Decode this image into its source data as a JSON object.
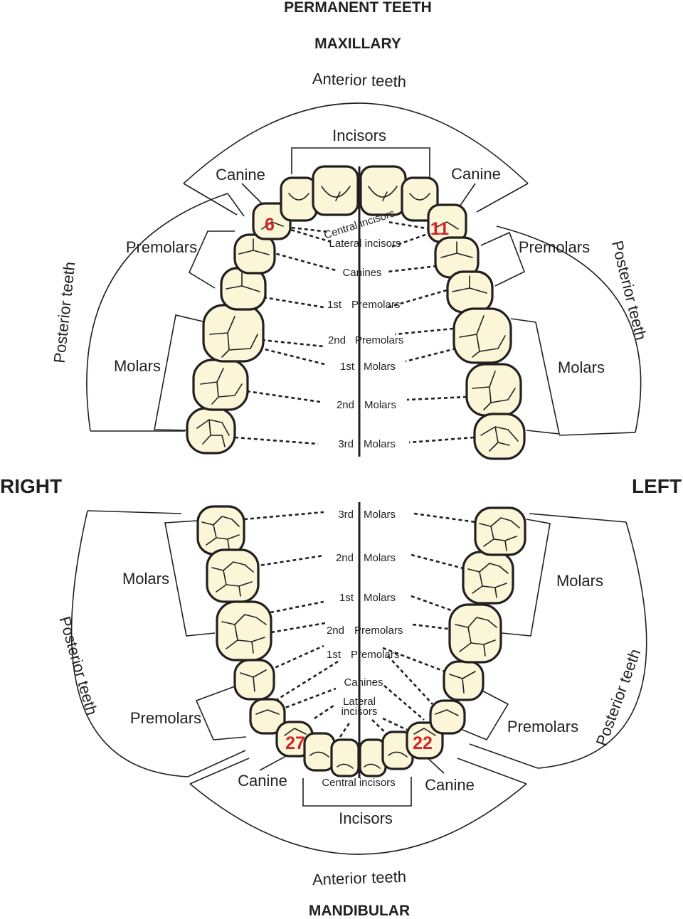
{
  "title": "PERMANENT TEETH",
  "arches": {
    "maxillary": "MAXILLARY",
    "mandibular": "MANDIBULAR"
  },
  "sides": {
    "right": "RIGHT",
    "left": "LEFT"
  },
  "groups": {
    "anterior": "Anterior teeth",
    "posterior": "Posterior teeth",
    "incisors": "Incisors",
    "canine": "Canine",
    "premolars": "Premolars",
    "molars": "Molars"
  },
  "tooth_labels": {
    "central_incisors": "Central incisors",
    "lateral_incisors": "Lateral incisors",
    "lateral": "Lateral",
    "incisors": "incisors",
    "canines": "Canines",
    "first": "1st",
    "second": "2nd",
    "third": "3rd",
    "premolars": "Premolars",
    "molars": "Molars"
  },
  "tooth_numbers": {
    "upper_right_canine": "6",
    "upper_left_canine": "11",
    "lower_left_canine": "22",
    "lower_right_canine": "27"
  },
  "colors": {
    "tooth_fill": "#fbf6d8",
    "outline": "#231f20",
    "number": "#d2232a"
  }
}
